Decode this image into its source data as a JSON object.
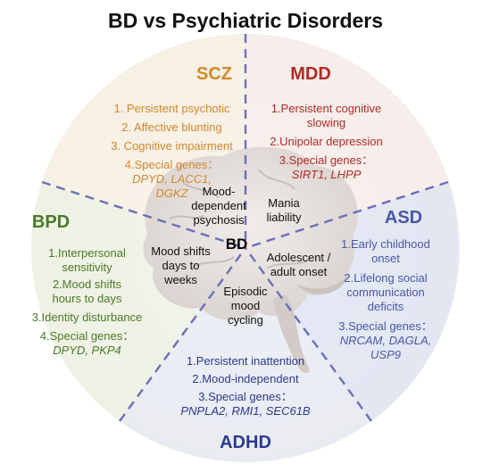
{
  "title": "BD vs Psychiatric Disorders",
  "colors": {
    "scz": "#d4882a",
    "mdd": "#b22a26",
    "asd": "#4a57a8",
    "adhd": "#2a3a8f",
    "bpd": "#4b7a26",
    "dash": "#6b70b8"
  },
  "segments": {
    "scz": {
      "name": "SCZ",
      "items": [
        "1. Persistent psychotic",
        "2. Affective blunting",
        "3. Cognitive impairment",
        "4.Special genes："
      ],
      "genes": [
        "DPYD, LACC1,",
        "DGKZ"
      ]
    },
    "mdd": {
      "name": "MDD",
      "items": [
        "1.Persistent cognitive",
        "slowing",
        "2.Unipolar depression",
        "3.Special genes："
      ],
      "genes": [
        "SIRT1, LHPP"
      ]
    },
    "asd": {
      "name": "ASD",
      "items": [
        "1.Early childhood",
        "onset",
        "2.Lifelong social",
        "communication",
        "deficits",
        "3.Special genes："
      ],
      "genes": [
        "NRCAM, DAGLA,",
        "USP9"
      ]
    },
    "adhd": {
      "name": "ADHD",
      "items": [
        "1.Persistent inattention",
        "2.Mood-independent",
        "3.Special genes："
      ],
      "genes": [
        "PNPLA2, RMI1, SEC61B"
      ]
    },
    "bpd": {
      "name": "BPD",
      "items": [
        "1.Interpersonal",
        "sensitivity",
        "2.Mood shifts",
        "hours to days",
        "3.Identity disturbance",
        "4.Special genes："
      ],
      "genes": [
        "DPYD, PKP4"
      ]
    }
  },
  "center": {
    "label": "BD",
    "scz_overlap": [
      "Mood-",
      "dependent",
      "psychosis"
    ],
    "mdd_overlap": [
      "Mania",
      "liability"
    ],
    "asd_overlap": [
      "Adolescent /",
      "adult onset"
    ],
    "adhd_overlap": [
      "Episodic",
      "mood",
      "cycling"
    ],
    "bpd_overlap": [
      "Mood shifts",
      "days to",
      "weeks"
    ]
  }
}
